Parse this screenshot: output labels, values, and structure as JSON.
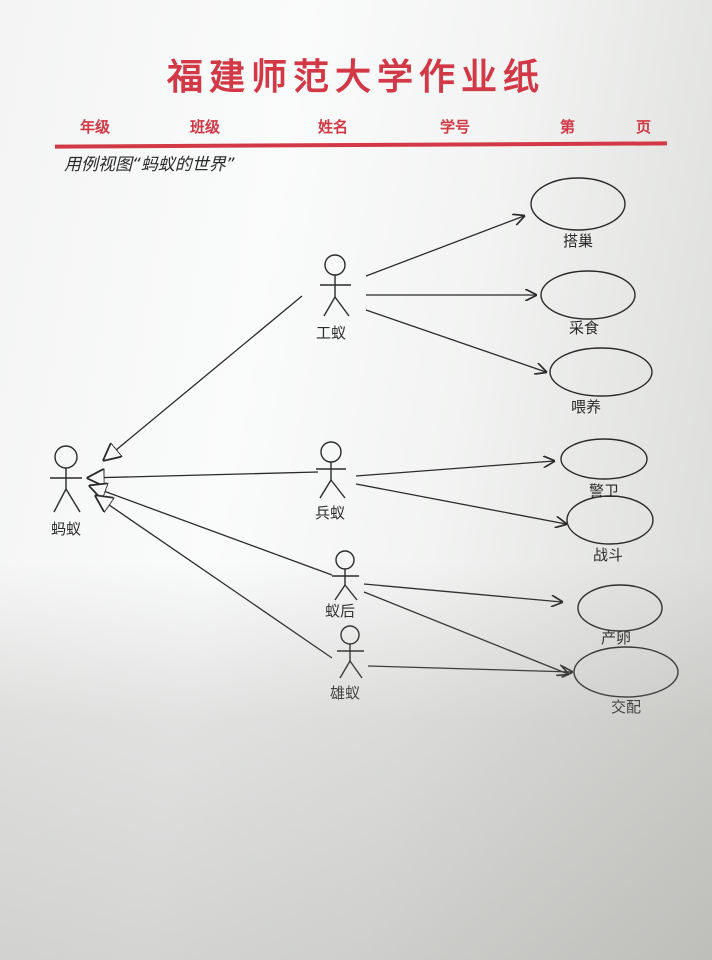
{
  "header": {
    "title": "福建师范大学作业纸",
    "fields": {
      "grade": "年级",
      "class": "班级",
      "name": "姓名",
      "student_id": "学号",
      "page_prefix": "第",
      "page_suffix": "页"
    }
  },
  "note": "用例视图“蚂蚁的世界”",
  "actors": {
    "ant": "蚂蚁",
    "worker": "工蚁",
    "soldier": "兵蚁",
    "queen": "蚁后",
    "male": "雄蚁"
  },
  "use_cases": {
    "build_nest": "搭巢",
    "gather_food": "采食",
    "feed": "喂养",
    "guard": "警卫",
    "fight": "战斗",
    "lay_eggs": "产卵",
    "mate": "交配"
  },
  "colors": {
    "ink": "#2a2a2a",
    "print_red": "#d23845",
    "paper": "#f6f7f6"
  }
}
